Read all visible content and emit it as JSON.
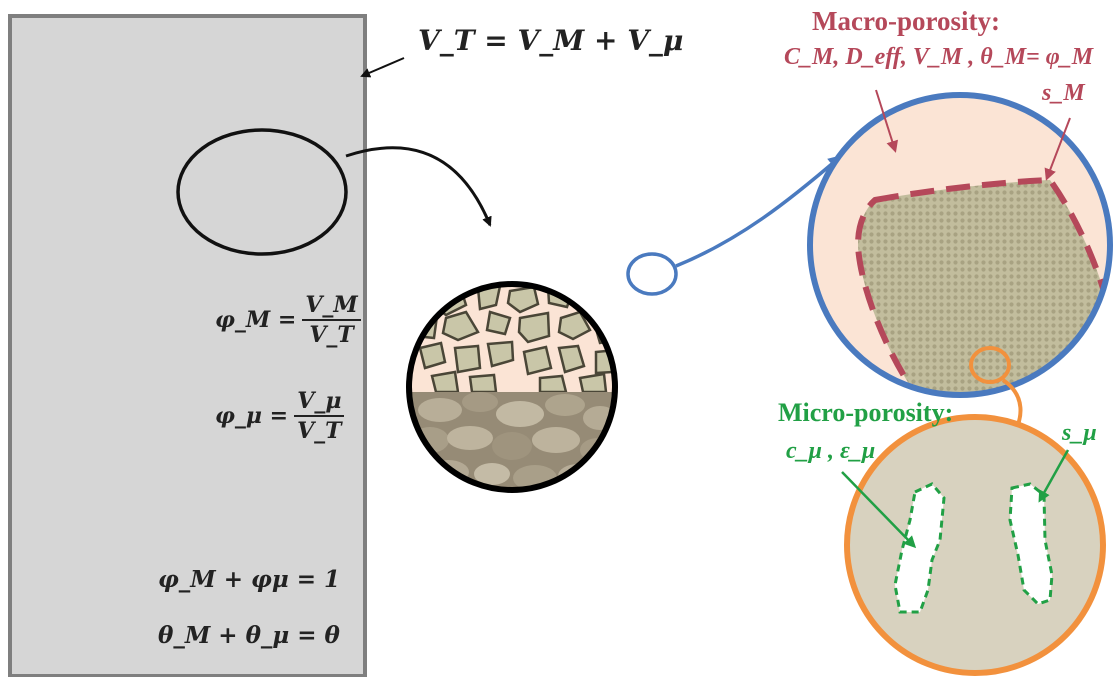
{
  "left_panel": {
    "total_volume_eq": "V_T = V_M + V_μ",
    "phi_m_lhs": "φ_M =",
    "phi_m_num": "V_M",
    "phi_m_den": "V_T",
    "phi_mu_lhs": "φ_μ =",
    "phi_mu_num": "V_μ",
    "phi_mu_den": "V_T",
    "sum_phi_eq": "φ_M + φμ = 1",
    "sum_theta_eq": "θ_M + θ_μ = θ"
  },
  "macro": {
    "title": "Macro-porosity:",
    "variables": "C_M, D_eff, V_M , θ_M= φ_M",
    "interface_label": "s_M"
  },
  "micro": {
    "title": "Micro-porosity:",
    "variables": "c_μ , ε_μ",
    "interface_label": "s_μ"
  },
  "colors": {
    "column_fill": "#d6d6d6",
    "column_border": "#7f7f7f",
    "macro_border": "#4a7abf",
    "macro_fill": "#fbe4d5",
    "grain_fill": "#c9c6a8",
    "macro_label": "#b5485a",
    "micro_border": "#f2913d",
    "micro_fill": "#d8d2bf",
    "micro_label": "#21a045"
  }
}
